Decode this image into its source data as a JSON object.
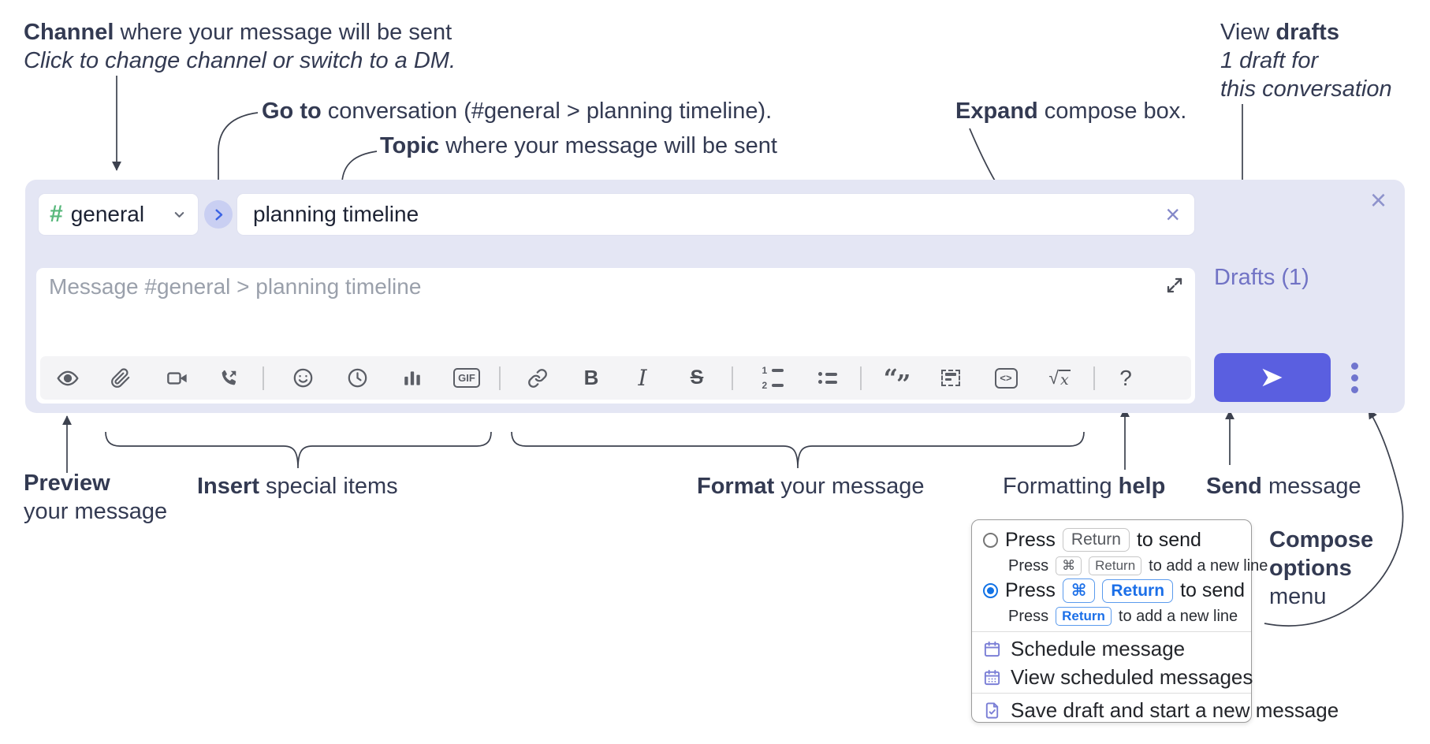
{
  "annotations": {
    "channel": {
      "bold": "Channel",
      "rest": " where your message will be sent",
      "sub": "Click to change channel or switch to a DM."
    },
    "go_to": {
      "bold": "Go to",
      "rest": " conversation (#general > planning timeline)."
    },
    "topic": {
      "bold": "Topic",
      "rest": " where your message will be sent"
    },
    "expand": {
      "bold": "Expand",
      "rest": " compose box."
    },
    "view_drafts": {
      "pre": "View ",
      "bold": "drafts",
      "line2": "1 draft for",
      "line3": "this conversation"
    },
    "preview": {
      "bold": "Preview",
      "line2": "your message"
    },
    "insert": {
      "bold": "Insert",
      "rest": " special items"
    },
    "format": {
      "bold": "Format",
      "rest": " your message"
    },
    "formatting_help": {
      "pre": "Formatting ",
      "bold": "help"
    },
    "send": {
      "bold": "Send",
      "rest": " message"
    },
    "compose_options": {
      "line1": "Compose",
      "line2": "options",
      "line3": "menu"
    }
  },
  "compose": {
    "channel": {
      "hash": "#",
      "name": "general"
    },
    "topic": {
      "value": "planning timeline",
      "clear": "×"
    },
    "close": "×",
    "drafts": "Drafts (1)",
    "message": {
      "placeholder": "Message #general > planning timeline"
    }
  },
  "toolbar": {
    "bold": "B",
    "italic": "I",
    "strike": "S",
    "gif": "GIF",
    "quote_open": "“",
    "quote_close": "”",
    "code": "<>",
    "root": "√",
    "x": "x",
    "help": "?",
    "ol1": "1",
    "ol2": "2"
  },
  "popup": {
    "opt1": {
      "press": "Press",
      "key1": "Return",
      "after": "to send"
    },
    "opt1_sub": {
      "press": "Press",
      "key1": "⌘",
      "key2": "Return",
      "after": "to add a new line"
    },
    "opt2": {
      "press": "Press",
      "key1": "⌘",
      "key2": "Return",
      "after": "to send"
    },
    "opt2_sub": {
      "press": "Press",
      "key1": "Return",
      "after": "to add a new line"
    },
    "items": [
      {
        "label": "Schedule message"
      },
      {
        "label": "View scheduled messages"
      },
      {
        "label": "Save draft and start a new message"
      }
    ]
  },
  "colors": {
    "compose_bg": "#e4e6f4",
    "send_accent": "#5a5fe0",
    "drafts_link": "#7173c5",
    "hash_green": "#58b87c",
    "radio_blue": "#1273e6",
    "kbd_blue": "#1b6fe8",
    "menu_icon_purple": "#7b7fd6",
    "annotation_text": "#333a52",
    "icon_gray": "#5b5e66"
  }
}
